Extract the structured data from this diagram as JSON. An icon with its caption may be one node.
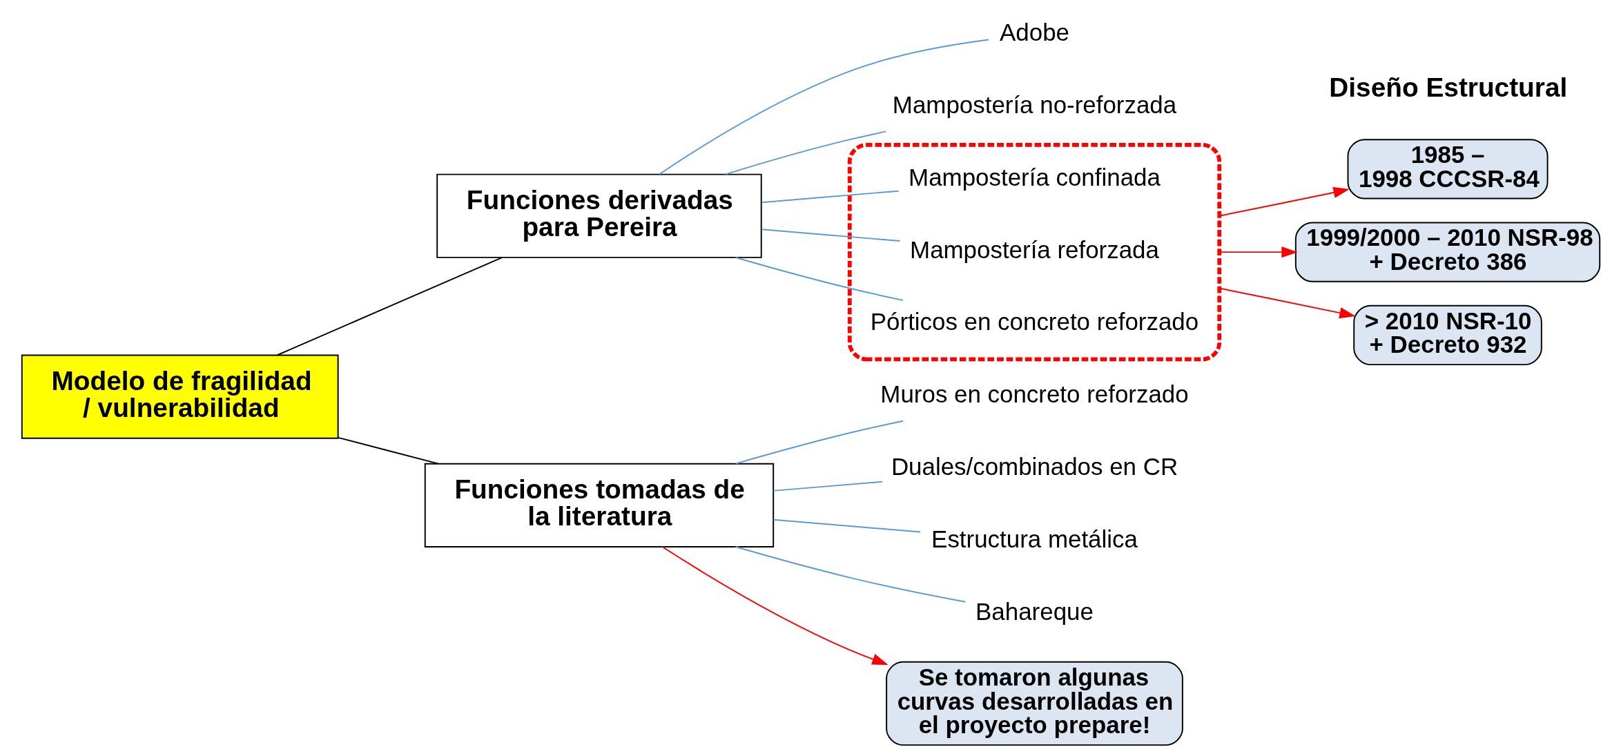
{
  "diagram": {
    "nodes": [
      {
        "text": [
          "Modelo de fragilidad / vulnerabilidad"
        ]
      },
      {
        "text": [
          "Funciones derivadas para Pereira"
        ]
      },
      {
        "text": [
          "Funciones tomadas de la literatura"
        ]
      },
      {
        "text": [
          "Adobe"
        ]
      },
      {
        "text": [
          "Mampostería no-reforzada"
        ]
      },
      {
        "text": [],
        "shape": "box"
      },
      {
        "text": [
          "Mampostería confinada"
        ],
        "in": 5
      },
      {
        "text": [
          "Mampostería reforzada"
        ],
        "in": 5
      },
      {
        "text": [
          "Pórticos en concreto reforzado"
        ],
        "in": 5
      },
      {
        "text": [
          "1985 – 1998 CCCSR-84"
        ]
      },
      {
        "text": [
          "1999/2000 – 2010 NSR-98 + Decreto 386"
        ]
      },
      {
        "text": [
          "> 2010 NSR-10 + Decreto 932"
        ]
      },
      {
        "text": [
          "Muros en concreto reforzado"
        ]
      },
      {
        "text": [
          "Duales/combinados en CR"
        ]
      },
      {
        "text": [
          "Estructura metálica"
        ]
      },
      {
        "text": [
          "Bahareque"
        ]
      },
      {
        "text": [
          "Se tomaron algunas curvas desarrolladas en el proyecto prepare!"
        ]
      }
    ],
    "edges": [
      {
        "from": 0,
        "to": 1,
        "arrow": "none",
        "color": "#000000"
      },
      {
        "from": 0,
        "to": 2,
        "arrow": "none",
        "color": "#000000"
      },
      {
        "from": 1,
        "to": 3,
        "arrow": "none"
      },
      {
        "from": 1,
        "to": 4,
        "arrow": "none"
      },
      {
        "from": 1,
        "to": 6,
        "arrow": "none"
      },
      {
        "from": 1,
        "to": 7,
        "arrow": "none"
      },
      {
        "from": 1,
        "to": 8,
        "arrow": "none"
      },
      {
        "from": 5,
        "to": 9,
        "arrow": "to",
        "color": "#ff0000"
      },
      {
        "from": 5,
        "to": 10,
        "arrow": "to",
        "color": "#ff0000"
      },
      {
        "from": 5,
        "to": 11,
        "arrow": "to",
        "color": "#ff0000"
      },
      {
        "from": 2,
        "to": 12,
        "arrow": "none"
      },
      {
        "from": 2,
        "to": 13,
        "arrow": "none"
      },
      {
        "from": 2,
        "to": 14,
        "arrow": "none"
      },
      {
        "from": 2,
        "to": 15,
        "arrow": "none"
      },
      {
        "from": 2,
        "to": 16,
        "arrow": "to",
        "color": "#ff0000"
      }
    ],
    "labels": [
      "Diseño Estructural"
    ]
  }
}
